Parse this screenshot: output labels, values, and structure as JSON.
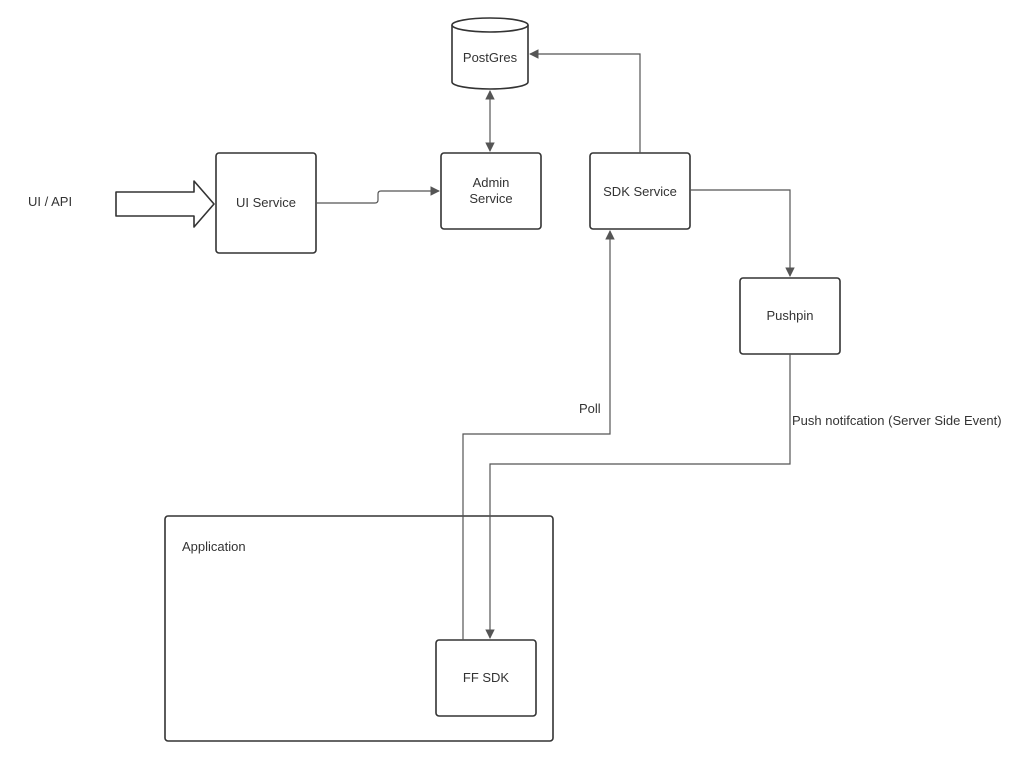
{
  "diagram": {
    "input_label": "UI / API",
    "nodes": {
      "postgres": "PostGres",
      "ui_service": "UI Service",
      "admin_service_line1": "Admin",
      "admin_service_line2": "Service",
      "sdk_service": "SDK Service",
      "pushpin": "Pushpin",
      "application": "Application",
      "ff_sdk": "FF SDK"
    },
    "edges": {
      "poll": "Poll",
      "push_notification": "Push notifcation (Server Side Event)"
    }
  }
}
